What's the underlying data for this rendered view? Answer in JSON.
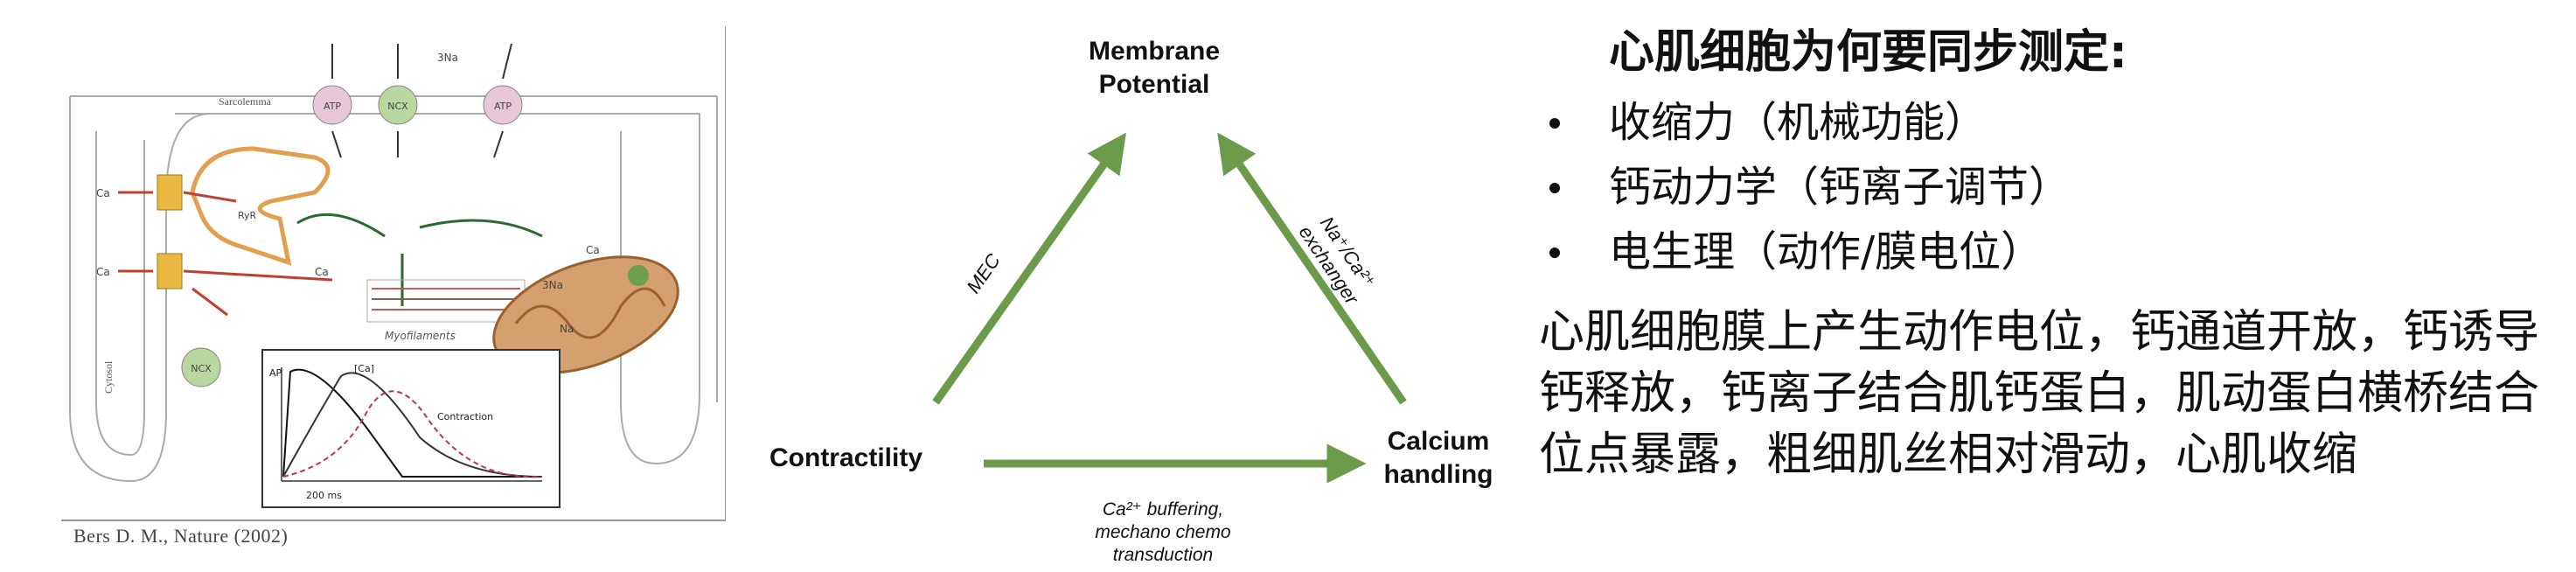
{
  "left_figure": {
    "credit": "Bers D. M., Nature (2002)",
    "labels": {
      "top_a": "ATP",
      "top_ncx": "NCX",
      "top_ca": "3Na",
      "top_atp": "ATP",
      "sarcolemma": "Sarcolemma",
      "ca_left_1": "Ca",
      "ca_left_2": "Ca",
      "ca_left_3": "Ca",
      "ncx_low": "NCX",
      "ryr": "RyR",
      "myofilaments": "Myofilaments",
      "cytosol": "Cytosol",
      "inset_ap": "AP",
      "inset_ca": "[Ca]",
      "inset_contraction": "Contraction",
      "inset_time": "200 ms",
      "mito_na": "Na",
      "mito_2na": "3Na",
      "mito_ca": "Ca"
    }
  },
  "triangle": {
    "nodes": {
      "membrane": [
        "Membrane",
        "Potential"
      ],
      "contractility": "Contractility",
      "calcium": [
        "Calcium",
        "handling"
      ]
    },
    "edges": {
      "left": "MEC",
      "right": [
        "Na⁺/Ca²⁺",
        "exchanger"
      ],
      "bottom": [
        "Ca²⁺ buffering,",
        "mechano chemo",
        "transduction"
      ]
    },
    "arrow_color": "#6a9a4a"
  },
  "text_panel": {
    "heading": "心肌细胞为何要同步测定:",
    "bullets": [
      "收缩力（机械功能）",
      "钙动力学（钙离子调节）",
      "电生理（动作/膜电位）"
    ],
    "paragraph": "心肌细胞膜上产生动作电位，钙通道开放，钙诱导钙释放，钙离子结合肌钙蛋白，肌动蛋白横桥结合位点暴露，粗细肌丝相对滑动，心肌收缩"
  }
}
